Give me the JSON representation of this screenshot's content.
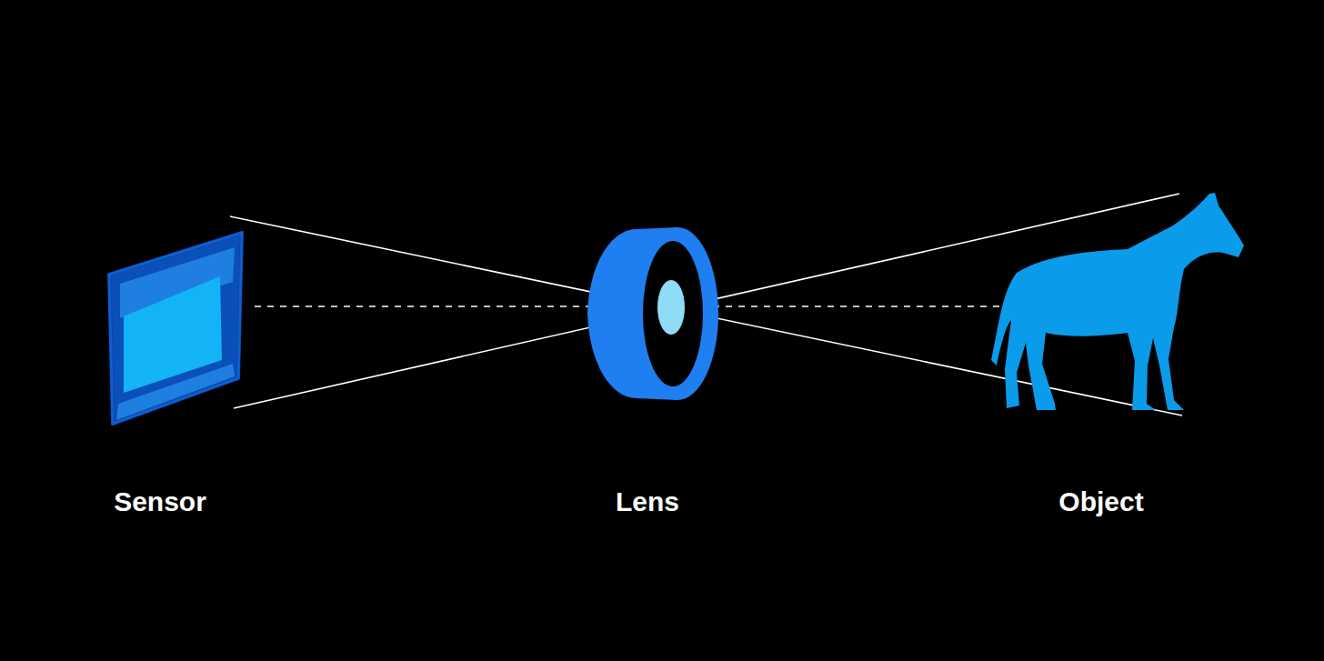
{
  "diagram": {
    "labels": [
      "Sensor",
      "Lens",
      "Object"
    ]
  }
}
